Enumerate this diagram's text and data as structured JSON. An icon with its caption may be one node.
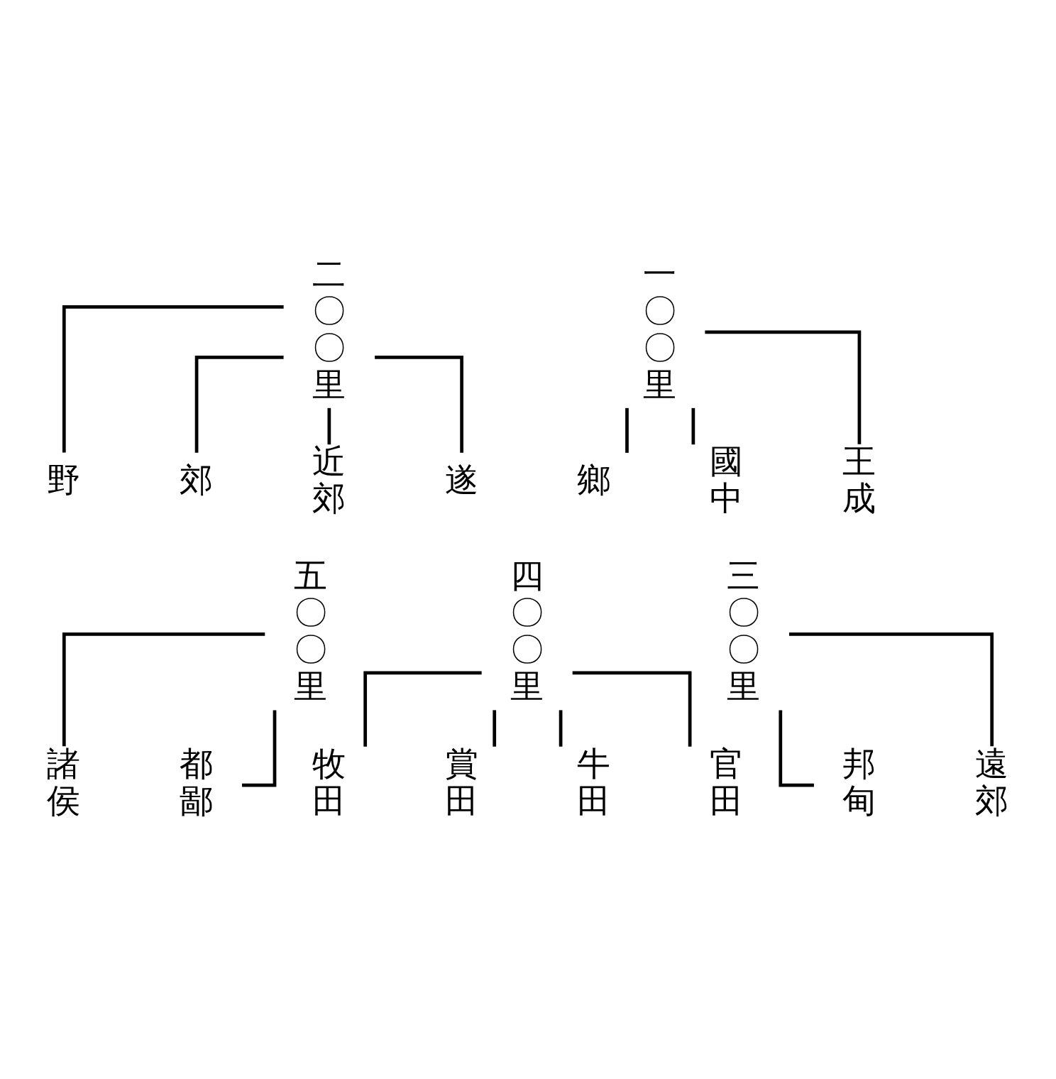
{
  "diagram": {
    "nodes": [
      {
        "text": [
          "二〇〇里"
        ]
      },
      {
        "text": [
          "遂"
        ]
      },
      {
        "text": [
          "郊"
        ]
      },
      {
        "text": [
          "近郊"
        ]
      },
      {
        "text": [
          "野"
        ]
      },
      {
        "text": [
          "一〇〇里"
        ]
      },
      {
        "text": [
          "鄉"
        ]
      },
      {
        "text": [
          "國中"
        ]
      },
      {
        "text": [
          "王成"
        ]
      },
      {
        "text": [
          "五〇〇里"
        ]
      },
      {
        "text": [
          "諸侯"
        ]
      },
      {
        "text": [
          "都鄙"
        ]
      },
      {
        "text": [
          "四〇〇里"
        ]
      },
      {
        "text": [
          "牧田"
        ]
      },
      {
        "text": [
          "賞田"
        ]
      },
      {
        "text": [
          "牛田"
        ]
      },
      {
        "text": [
          "官田"
        ]
      },
      {
        "text": [
          "三〇〇里"
        ]
      },
      {
        "text": [
          "邦甸"
        ]
      },
      {
        "text": [
          "遠郊"
        ]
      }
    ],
    "edges": [
      {
        "from": 0,
        "to": 1,
        "arrow": "none"
      },
      {
        "from": 0,
        "to": 2,
        "arrow": "none"
      },
      {
        "from": 0,
        "to": 3,
        "arrow": "none"
      },
      {
        "from": 0,
        "to": 4,
        "arrow": "none"
      },
      {
        "from": 5,
        "to": 6,
        "arrow": "none"
      },
      {
        "from": 5,
        "to": 7,
        "arrow": "none"
      },
      {
        "from": 5,
        "to": 8,
        "arrow": "none"
      },
      {
        "from": 9,
        "to": 10,
        "arrow": "none"
      },
      {
        "from": 9,
        "to": 11,
        "arrow": "none"
      },
      {
        "from": 12,
        "to": 13,
        "arrow": "none"
      },
      {
        "from": 12,
        "to": 14,
        "arrow": "none"
      },
      {
        "from": 12,
        "to": 15,
        "arrow": "none"
      },
      {
        "from": 12,
        "to": 16,
        "arrow": "none"
      },
      {
        "from": 17,
        "to": 18,
        "arrow": "none"
      },
      {
        "from": 17,
        "to": 19,
        "arrow": "none"
      }
    ]
  }
}
